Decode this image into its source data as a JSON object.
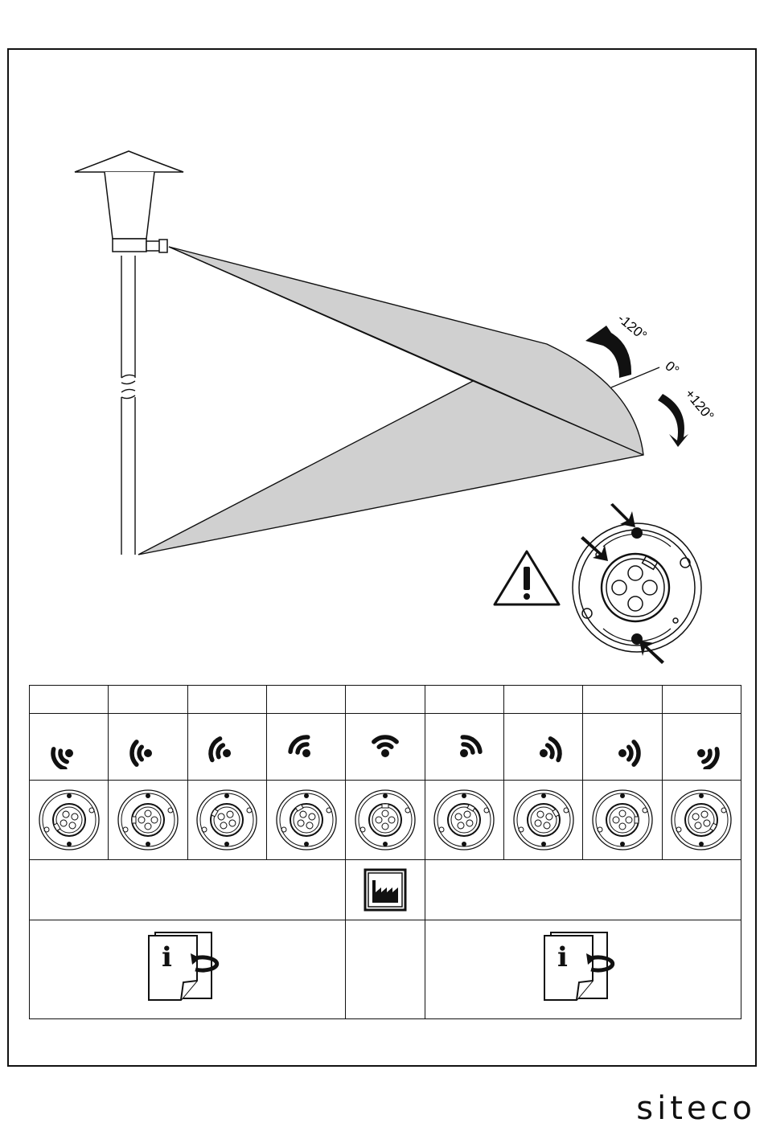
{
  "diagram": {
    "angle_minus": "-120°",
    "angle_zero": "0°",
    "angle_plus": "+120°"
  },
  "icons": {
    "warning": "warning-triangle-icon",
    "factory": "factory-setting-icon",
    "info_left": "info-page-turn-icon",
    "info_right": "info-page-turn-icon"
  },
  "grid": {
    "positions": [
      {
        "wave_dir": "left-down",
        "connector": "position-1"
      },
      {
        "wave_dir": "left",
        "connector": "position-2"
      },
      {
        "wave_dir": "left-up",
        "connector": "position-3"
      },
      {
        "wave_dir": "up-left",
        "connector": "position-4"
      },
      {
        "wave_dir": "up",
        "connector": "position-5"
      },
      {
        "wave_dir": "up-right",
        "connector": "position-6"
      },
      {
        "wave_dir": "right-up",
        "connector": "position-7"
      },
      {
        "wave_dir": "right",
        "connector": "position-8"
      },
      {
        "wave_dir": "right-down",
        "connector": "position-9"
      }
    ]
  },
  "brand": {
    "logo_text": "siteco"
  }
}
